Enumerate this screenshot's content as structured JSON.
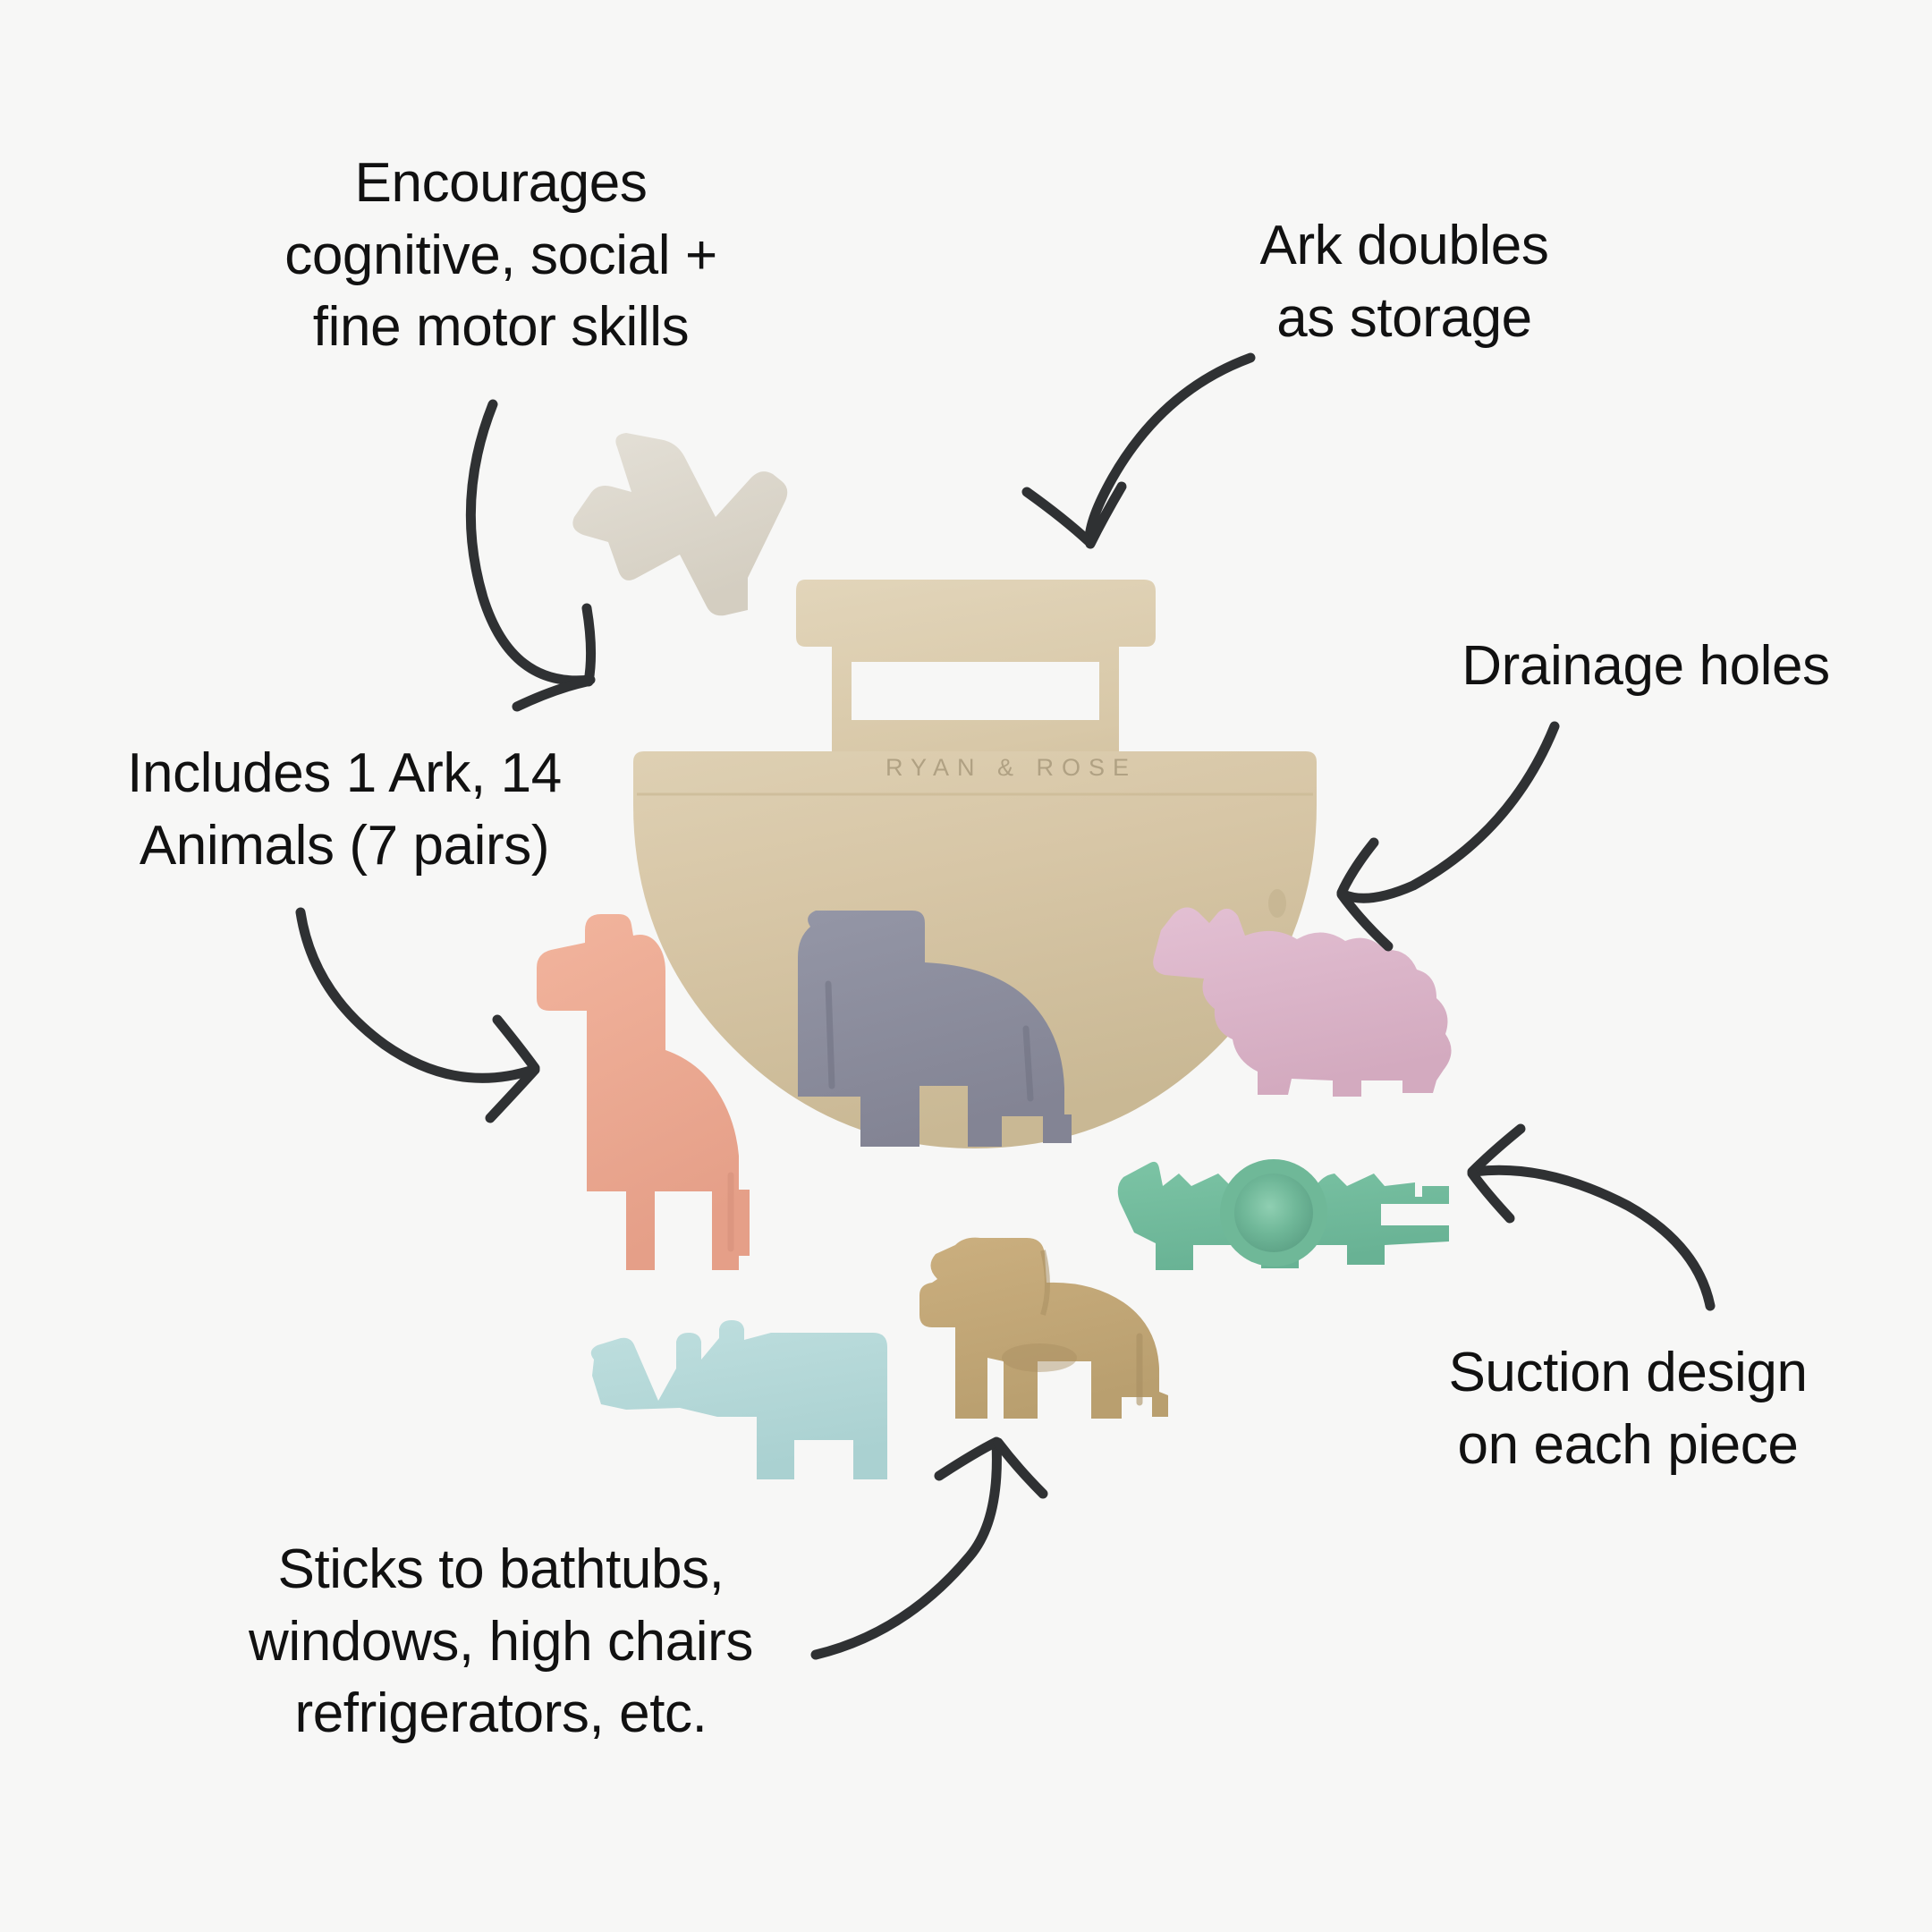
{
  "page": {
    "background_color": "#f7f7f6",
    "text_color": "#111111",
    "arrow_color": "#2f3133",
    "title": "Noah's Ark Silicone Bath Toy Feature Infographic"
  },
  "callouts": [
    {
      "id": "cognitive",
      "text": "Encourages\ncognitive, social +\nfine motor skills",
      "align": "center"
    },
    {
      "id": "storage",
      "text": "Ark doubles\nas storage",
      "align": "center"
    },
    {
      "id": "drainage",
      "text": "Drainage holes",
      "align": "center"
    },
    {
      "id": "includes",
      "text": "Includes 1 Ark, 14\nAnimals (7 pairs)",
      "align": "center"
    },
    {
      "id": "suction",
      "text": "Suction design\non each piece",
      "align": "center"
    },
    {
      "id": "sticks",
      "text": "Sticks to bathtubs,\nwindows, high chairs\nrefrigerators, etc.",
      "align": "center"
    }
  ],
  "product": {
    "brand_wordmark": "RYAN & ROSE",
    "brand_wordmark_color": "#b0a183",
    "ark": {
      "name": "ark",
      "color": "#d6c5a4",
      "color_shadow": "#c6b590",
      "color_highlight": "#ddcfb2"
    },
    "pieces": [
      {
        "name": "dove",
        "color": "#ddd8cd"
      },
      {
        "name": "giraffe",
        "color": "#eeab93"
      },
      {
        "name": "elephant",
        "color": "#8b8c9c"
      },
      {
        "name": "sheep",
        "color": "#ddb7cb"
      },
      {
        "name": "crocodile",
        "color": "#72bc9c"
      },
      {
        "name": "lion",
        "color": "#c4a878"
      },
      {
        "name": "rhino",
        "color": "#b5d8d8"
      }
    ]
  },
  "arrows": [
    {
      "name": "arrow-to-ark-hull",
      "from": "cognitive",
      "direction": "down-right"
    },
    {
      "name": "arrow-to-ark-cabin",
      "from": "storage",
      "direction": "down-left"
    },
    {
      "name": "arrow-to-drain-hole",
      "from": "drainage",
      "direction": "down-left"
    },
    {
      "name": "arrow-to-giraffe",
      "from": "includes",
      "direction": "down-right"
    },
    {
      "name": "arrow-to-crocodile",
      "from": "suction",
      "direction": "up-left"
    },
    {
      "name": "arrow-to-lion",
      "from": "sticks",
      "direction": "up-right"
    }
  ]
}
